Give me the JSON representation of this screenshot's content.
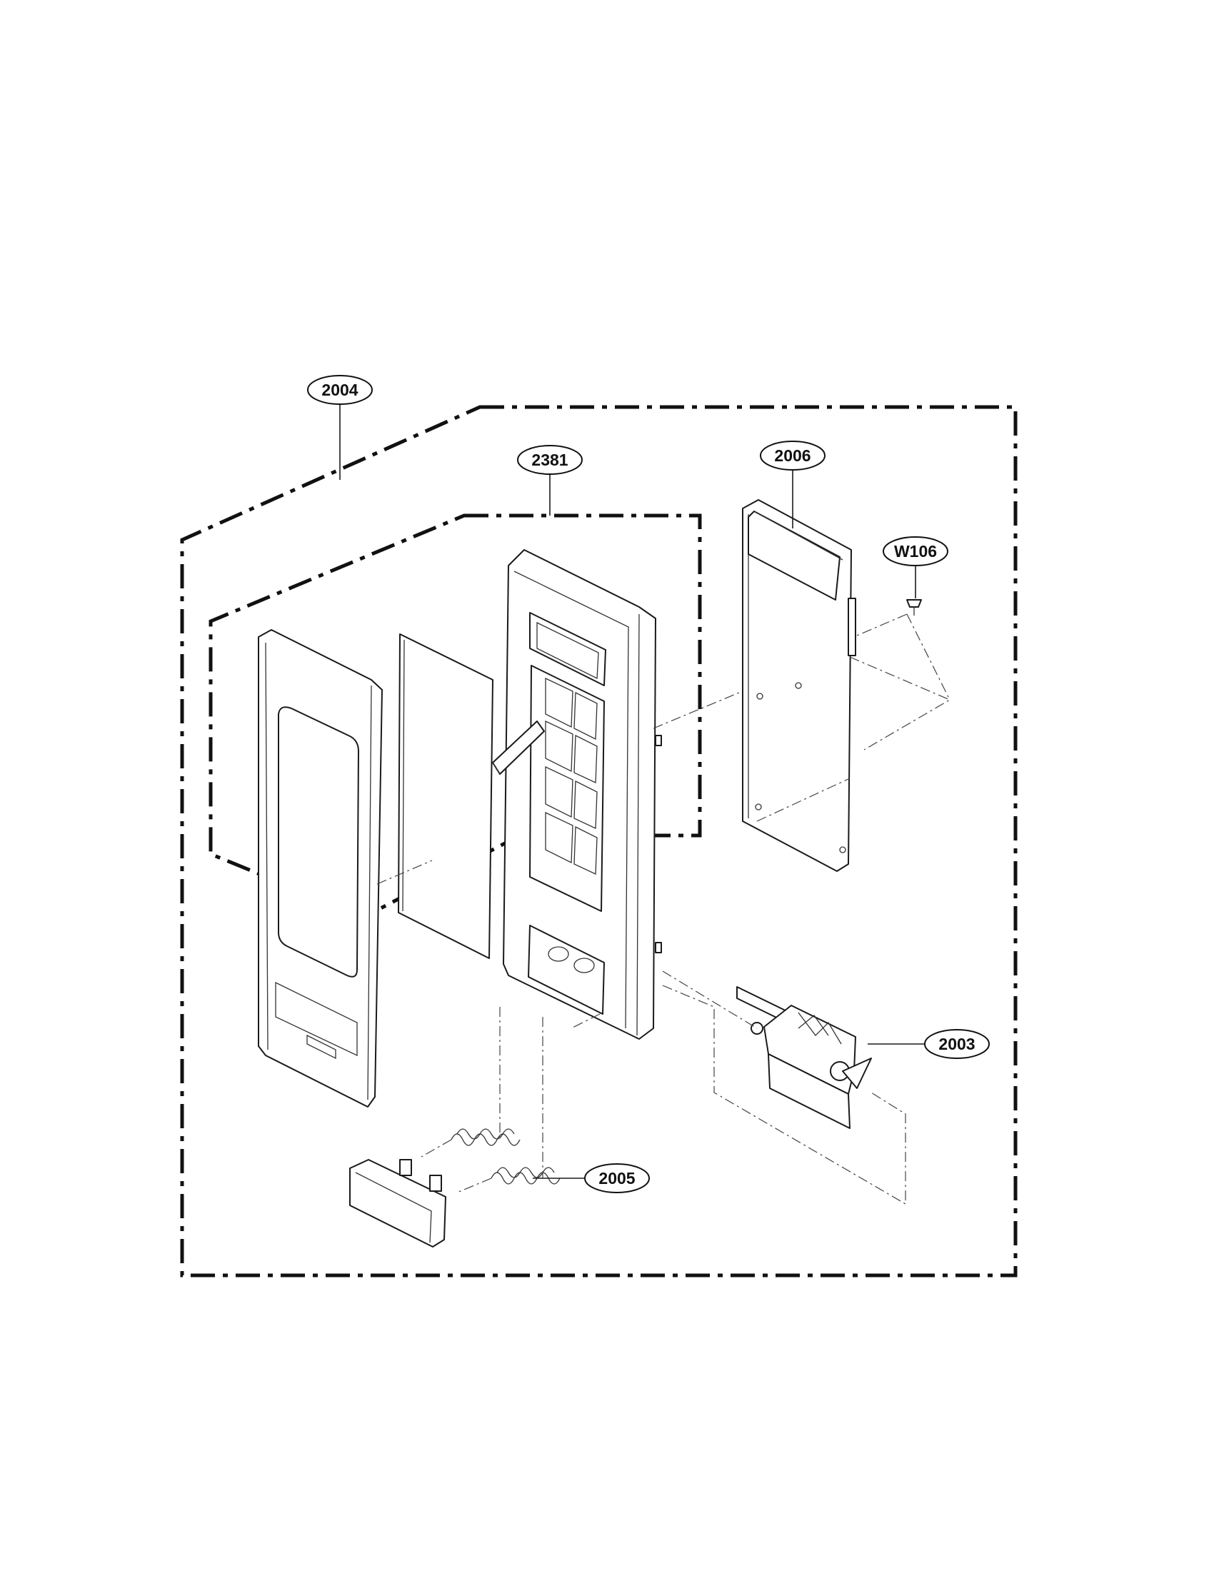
{
  "diagram": {
    "callouts": {
      "door_assembly": "2004",
      "frame_assembly": "2381",
      "pcb_assembly": "2006",
      "screw": "W106",
      "latch_lever": "2003",
      "button_spring": "2005"
    }
  }
}
